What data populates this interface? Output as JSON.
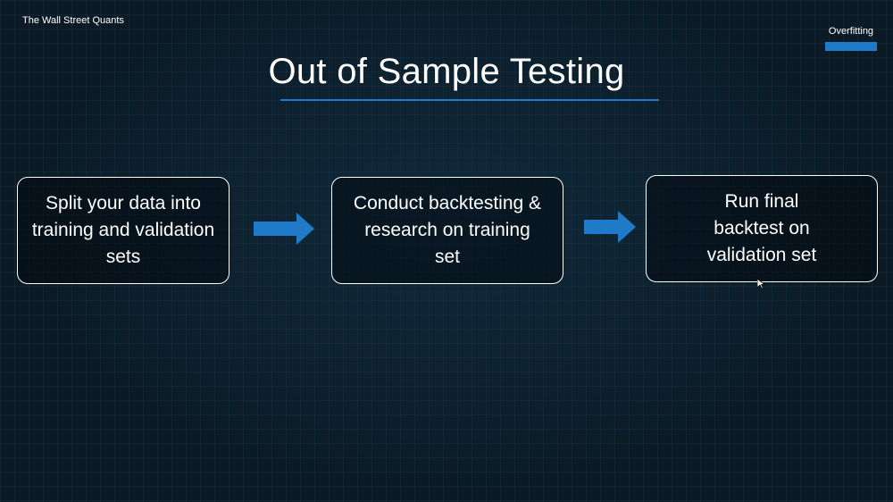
{
  "brand": "The Wall Street Quants",
  "section": {
    "label": "Overfitting",
    "accent_color": "#1f7ac8"
  },
  "title": "Out of Sample Testing",
  "steps": [
    {
      "text": "Split your data into training and validation sets"
    },
    {
      "text": "Conduct backtesting & research on training set"
    },
    {
      "text": "Run final backtest on validation set"
    }
  ],
  "arrow_color": "#1f7ac8",
  "arrow_icon": "right-arrow-icon"
}
